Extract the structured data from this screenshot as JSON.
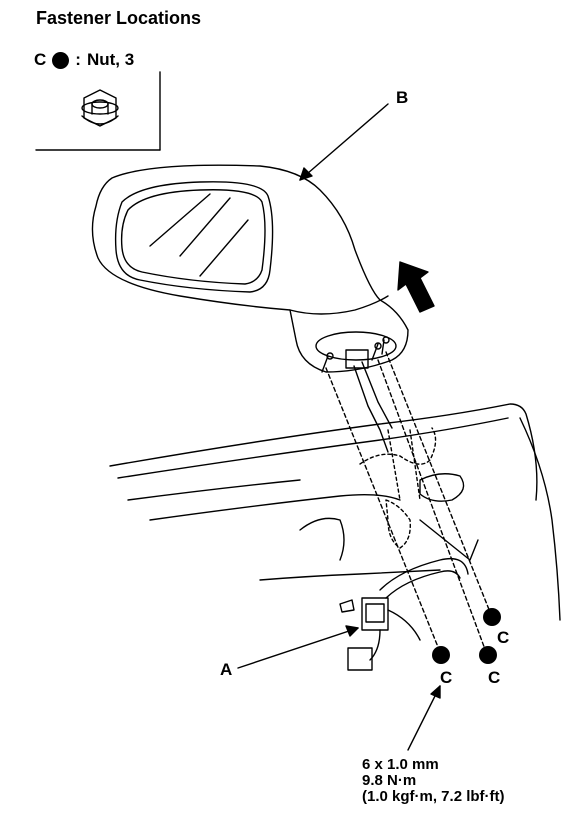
{
  "title": "Fastener Locations",
  "legend": {
    "letter": "C",
    "separator": ":",
    "text": "Nut, 3"
  },
  "labels": {
    "a": "A",
    "b": "B",
    "c1": "C",
    "c2": "C",
    "c3": "C"
  },
  "spec": {
    "size": "6 x 1.0 mm",
    "torque_nm": "9.8 N·m",
    "torque_alt": "(1.0 kgf·m, 7.2 lbf·ft)"
  }
}
